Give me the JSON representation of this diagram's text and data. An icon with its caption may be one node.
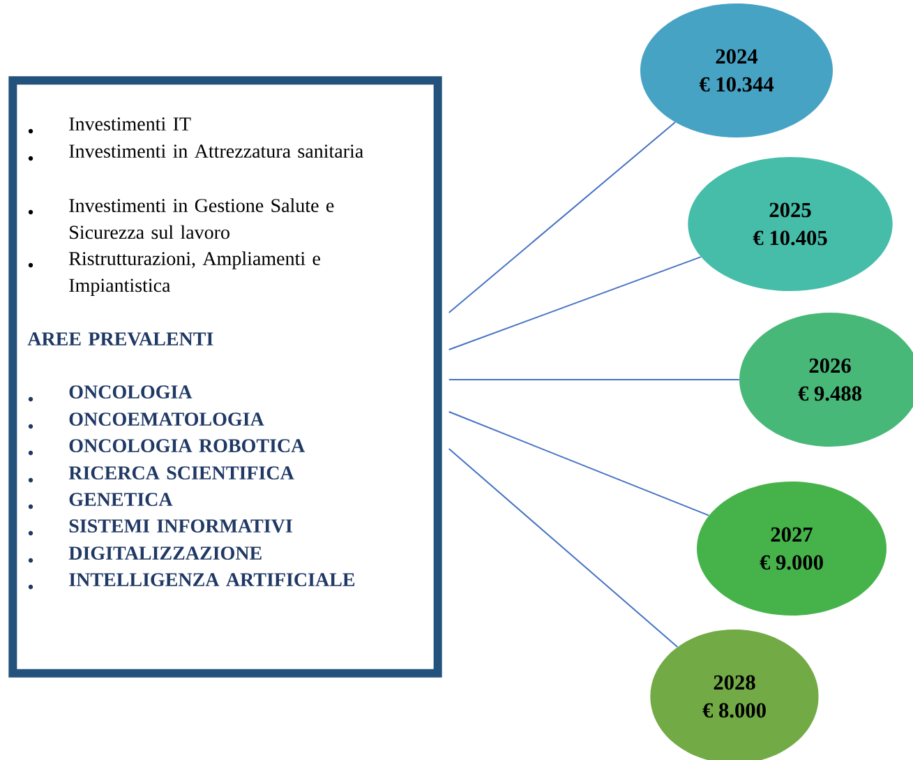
{
  "diagram": {
    "nodes": [
      {
        "text": [
          "Investimenti IT",
          "Investimenti in Attrezzatura sanitaria",
          "Investimenti in Gestione Salute e Sicurezza sul lavoro",
          "Ristrutturazioni, Ampliamenti e Impiantistica",
          "AREE PREVALENTI",
          "ONCOLOGIA",
          "ONCOEMATOLOGIA",
          "ONCOLOGIA ROBOTICA",
          "RICERCA SCIENTIFICA",
          "GENETICA",
          "SISTEMI INFORMATIVI",
          "DIGITALIZZAZIONE",
          "INTELLIGENZA ARTIFICIALE"
        ]
      },
      {
        "text": [
          "2024",
          "€ 10.344"
        ]
      },
      {
        "text": [
          "2025",
          "€ 10.405"
        ]
      },
      {
        "text": [
          "2026",
          "€ 9.488"
        ]
      },
      {
        "text": [
          "2027",
          "€ 9.000"
        ]
      },
      {
        "text": [
          "2028",
          "€ 8.000"
        ]
      }
    ],
    "edges": [
      {
        "from": 0,
        "to": 1,
        "arrow": "none"
      },
      {
        "from": 0,
        "to": 2,
        "arrow": "none"
      },
      {
        "from": 0,
        "to": 3,
        "arrow": "none"
      },
      {
        "from": 0,
        "to": 4,
        "arrow": "none"
      },
      {
        "from": 0,
        "to": 5,
        "arrow": "none"
      }
    ]
  }
}
